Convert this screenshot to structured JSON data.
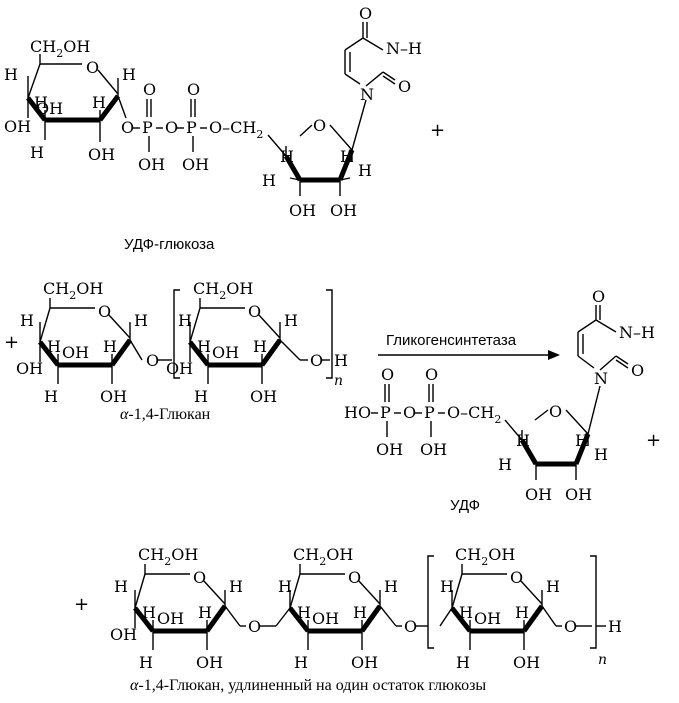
{
  "captions": {
    "udp_glucose": "УДФ-глюкоза",
    "enzyme": "Гликогенсинтетаза",
    "udp": "УДФ",
    "glucan_alpha": "α",
    "glucan_rest": "-1,4-Глюкан",
    "glucan_ext_alpha": "α",
    "glucan_ext_rest": "-1,4-Глюкан, удлиненный на один остаток глюкозы"
  },
  "operators": {
    "plus": "+"
  },
  "atoms": {
    "H": "H",
    "OH": "OH",
    "HO": "HO",
    "O": "O",
    "P": "P",
    "N": "N",
    "NH": "N–H",
    "CH2": "CH",
    "CH2OH": "CH",
    "sub2": "2",
    "sub2oh": "OH",
    "OCH2": "O–CH",
    "repeat_n": "n"
  }
}
